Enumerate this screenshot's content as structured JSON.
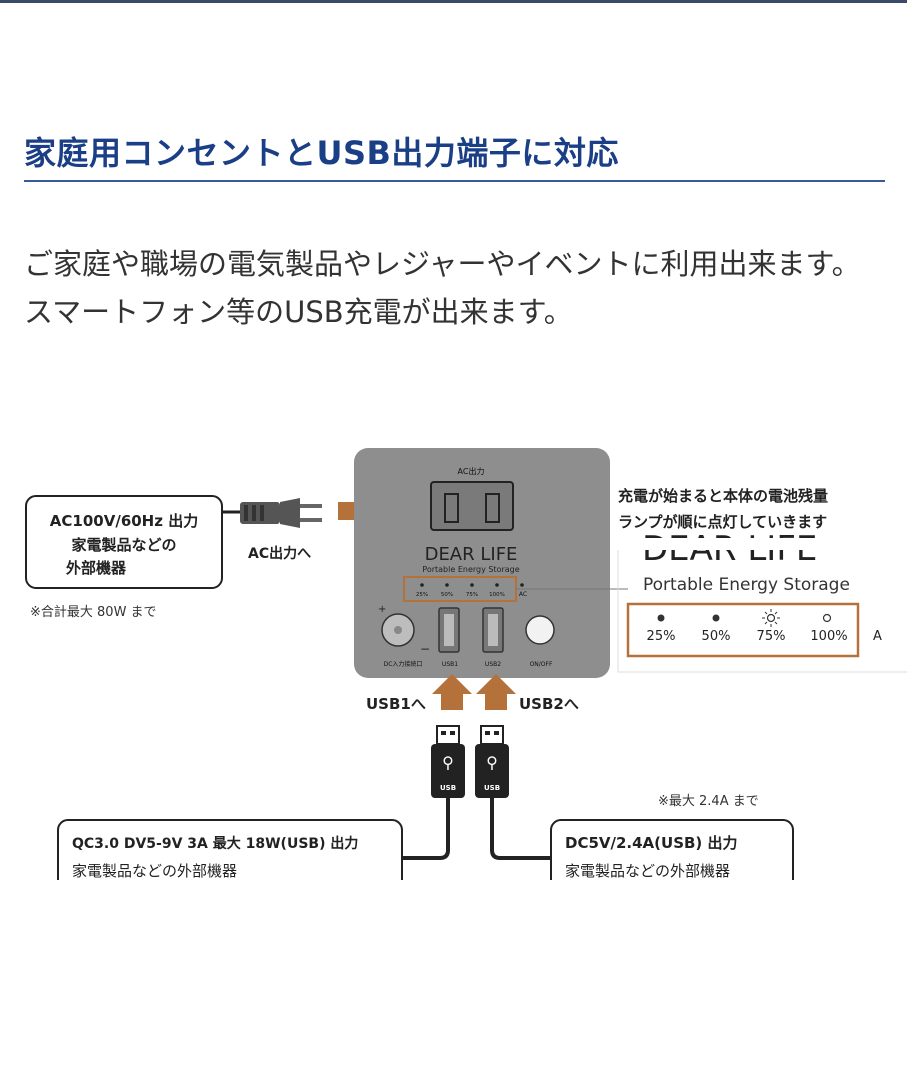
{
  "section": {
    "title": "家庭用コンセントとUSB出力端子に対応",
    "description": [
      "ご家庭や職場の電気製品やレジャーやイベントに利用出来ます。",
      "スマートフォン等のUSB充電が出来ます。"
    ]
  },
  "diagram": {
    "ac_box_line1": "AC100V/60Hz 出力",
    "ac_box_line2": "家電製品などの",
    "ac_box_line3": "外部機器",
    "ac_note": "※合計最大 80W まで",
    "ac_arrow_label": "AC出力へ",
    "device_ac_label": "AC出力",
    "device_brand": "DEAR LIFE",
    "device_subtitle": "Portable Energy Storage",
    "device_levels": [
      "25%",
      "50%",
      "75%",
      "100%"
    ],
    "device_ac_indicator": "AC",
    "device_port_dc": "DC入力接続口",
    "device_port_usb1": "USB1",
    "device_port_usb2": "USB2",
    "device_port_onoff": "ON/OFF",
    "device_plus": "+",
    "device_minus": "−",
    "lamp_note_line1": "充電が始まると本体の電池残量",
    "lamp_note_line2": "ランプが順に点灯していきます",
    "zoom_brand": "DEAR LIFE",
    "zoom_subtitle": "Portable Energy Storage",
    "zoom_levels": [
      "25%",
      "50%",
      "75%",
      "100%"
    ],
    "zoom_ac_fragment": "A",
    "usb1_label": "USB1へ",
    "usb2_label": "USB2へ",
    "usb_plug_text": "USB",
    "usb2_note": "※最大 2.4A まで",
    "qc_box_line1": "QC3.0 DV5-9V 3A 最大 18W(USB) 出力",
    "qc_box_line2": "家電製品などの外部機器",
    "dc_box_line1": "DC5V/2.4A(USB) 出力",
    "dc_box_line2": "家電製品などの外部機器"
  },
  "colors": {
    "heading": "#1a3f87",
    "arrow": "#b5713a",
    "device": "#8e8e8e",
    "highlight": "#b5713a"
  }
}
